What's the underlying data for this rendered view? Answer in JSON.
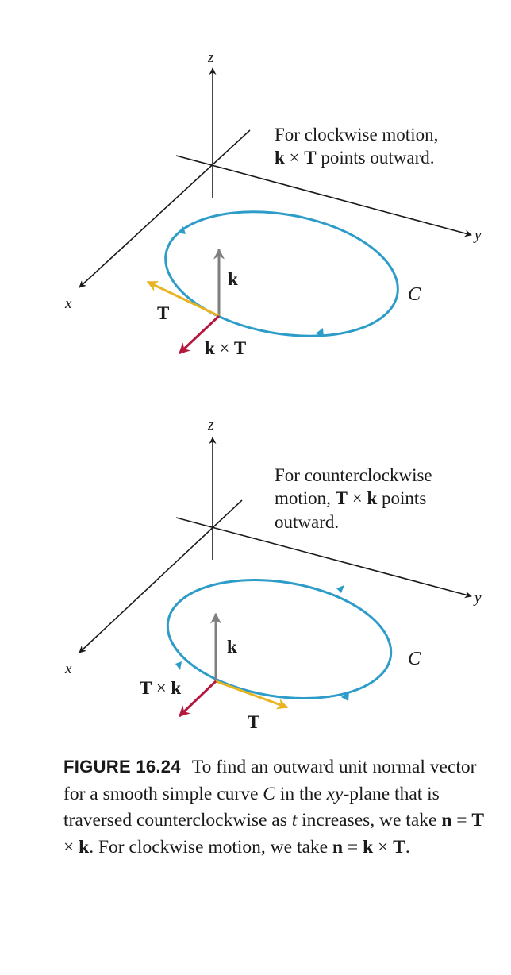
{
  "figure_top": {
    "axes": {
      "x": "x",
      "y": "y",
      "z": "z"
    },
    "curve_label": "C",
    "vector_labels": {
      "k": "k",
      "T": "T",
      "k_cross_T": [
        "k",
        "×",
        "T"
      ]
    },
    "note": {
      "line1": "For clockwise motion,",
      "line2_bold_k": "k",
      "line2_op": "×",
      "line2_bold_T": "T",
      "line2_rest": "points outward."
    },
    "colors": {
      "curve": "#2e9cc9",
      "tangent": "#e8b424",
      "k_vector": "#7f7f7f",
      "normal": "#b5173f",
      "axes": "#1a1a1a"
    },
    "direction": "clockwise"
  },
  "figure_bottom": {
    "axes": {
      "x": "x",
      "y": "y",
      "z": "z"
    },
    "curve_label": "C",
    "vector_labels": {
      "k": "k",
      "T": "T",
      "T_cross_k": [
        "T",
        "×",
        "k"
      ]
    },
    "note": {
      "line1": "For counterclockwise",
      "line2_pre": "motion,",
      "line2_bold_T": "T",
      "line2_op": "×",
      "line2_bold_k": "k",
      "line2_rest": "points",
      "line3": "outward."
    },
    "colors": {
      "curve": "#2e9cc9",
      "tangent": "#e8b424",
      "k_vector": "#7f7f7f",
      "normal": "#b5173f",
      "axes": "#1a1a1a"
    },
    "direction": "counterclockwise"
  },
  "caption": {
    "figure_number": "FIGURE 16.24",
    "t1": "To find an outward unit normal vector for a smooth simple curve",
    "C": "C",
    "t2": "in the",
    "xy": "xy",
    "t3": "-plane that is traversed counterclockwise as",
    "t": "t",
    "t4": "increases, we take",
    "n1": "n",
    "eq1": "=",
    "T1": "T",
    "x1": "×",
    "k1": "k",
    "t5": ". For clockwise motion, we take",
    "n2": "n",
    "eq2": "=",
    "k2": "k",
    "x2": "×",
    "T2": "T",
    "t6": "."
  }
}
